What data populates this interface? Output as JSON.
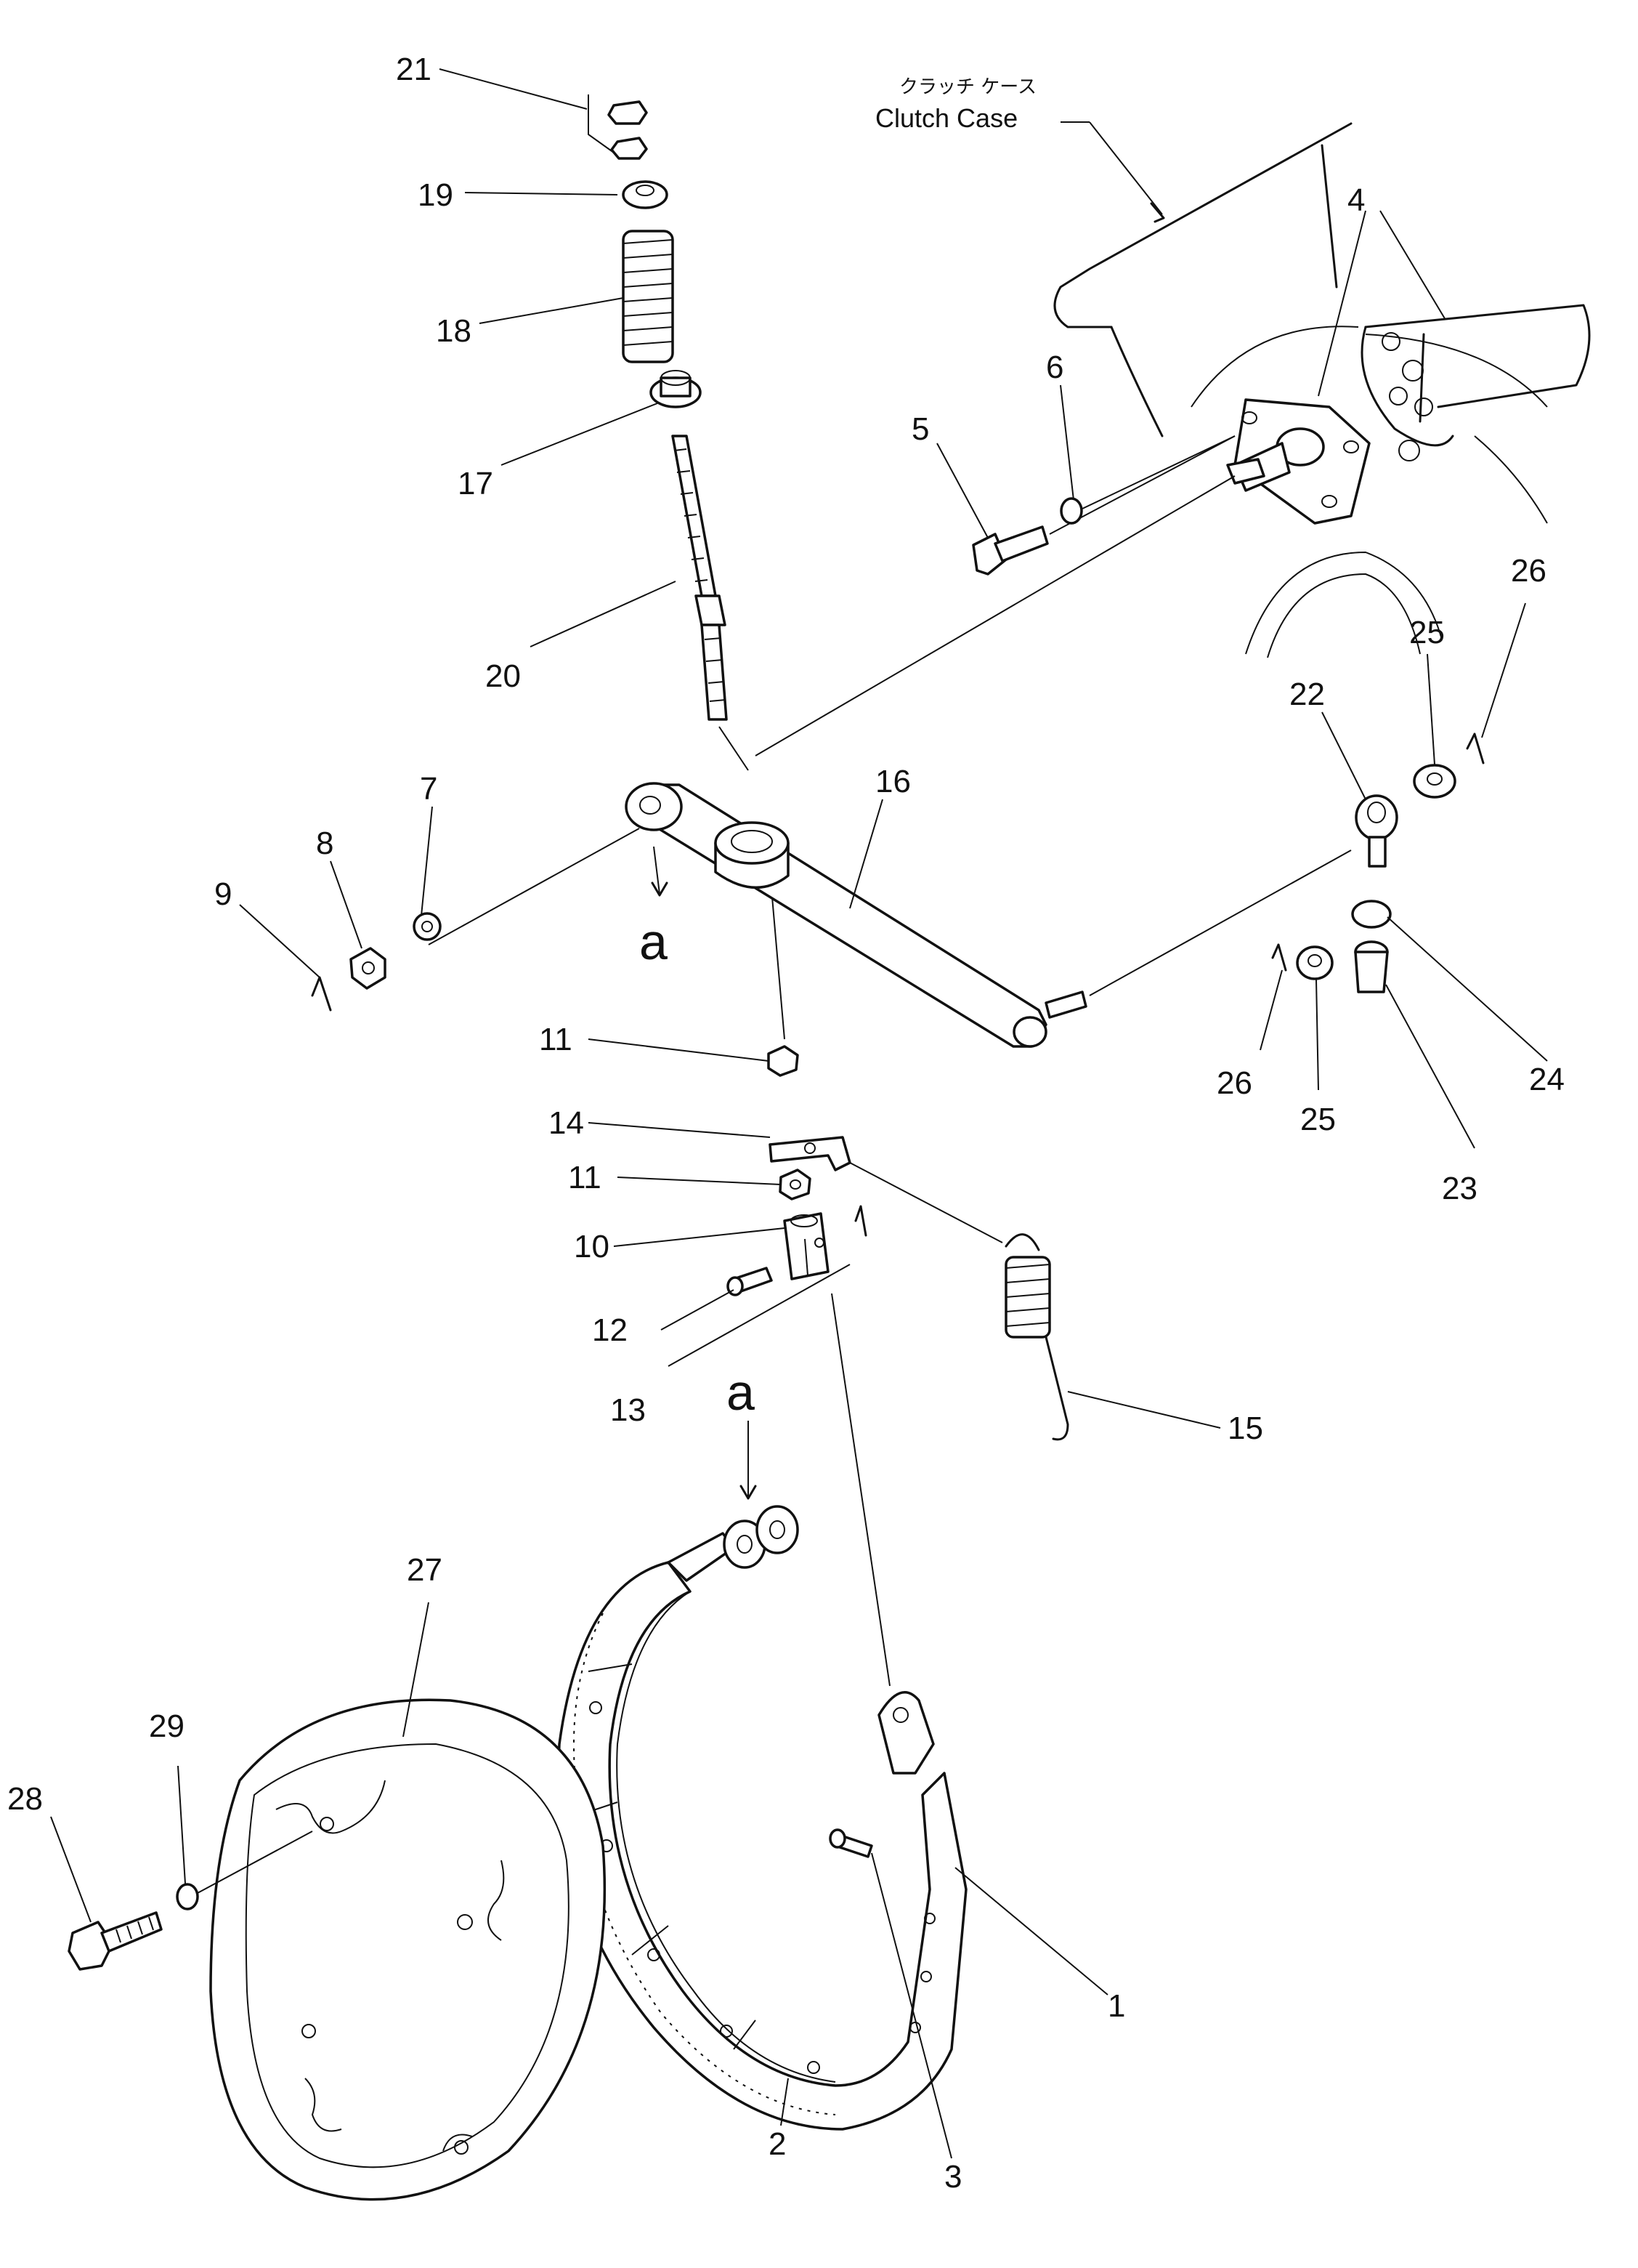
{
  "diagram": {
    "case_label_jp": "クラッチ ケース",
    "case_label_en": "Clutch Case",
    "view_marker": "a",
    "callouts": [
      {
        "id": "c1",
        "text": "1"
      },
      {
        "id": "c2",
        "text": "2"
      },
      {
        "id": "c3",
        "text": "3"
      },
      {
        "id": "c4",
        "text": "4"
      },
      {
        "id": "c5",
        "text": "5"
      },
      {
        "id": "c6",
        "text": "6"
      },
      {
        "id": "c7",
        "text": "7"
      },
      {
        "id": "c8",
        "text": "8"
      },
      {
        "id": "c9",
        "text": "9"
      },
      {
        "id": "c10",
        "text": "10"
      },
      {
        "id": "c11a",
        "text": "11"
      },
      {
        "id": "c11b",
        "text": "11"
      },
      {
        "id": "c12",
        "text": "12"
      },
      {
        "id": "c13",
        "text": "13"
      },
      {
        "id": "c14",
        "text": "14"
      },
      {
        "id": "c15",
        "text": "15"
      },
      {
        "id": "c16",
        "text": "16"
      },
      {
        "id": "c17",
        "text": "17"
      },
      {
        "id": "c18",
        "text": "18"
      },
      {
        "id": "c19",
        "text": "19"
      },
      {
        "id": "c20",
        "text": "20"
      },
      {
        "id": "c21",
        "text": "21"
      },
      {
        "id": "c22",
        "text": "22"
      },
      {
        "id": "c23",
        "text": "23"
      },
      {
        "id": "c24",
        "text": "24"
      },
      {
        "id": "c25a",
        "text": "25"
      },
      {
        "id": "c25b",
        "text": "25"
      },
      {
        "id": "c26a",
        "text": "26"
      },
      {
        "id": "c26b",
        "text": "26"
      },
      {
        "id": "c27",
        "text": "27"
      },
      {
        "id": "c28",
        "text": "28"
      },
      {
        "id": "c29",
        "text": "29"
      }
    ]
  }
}
